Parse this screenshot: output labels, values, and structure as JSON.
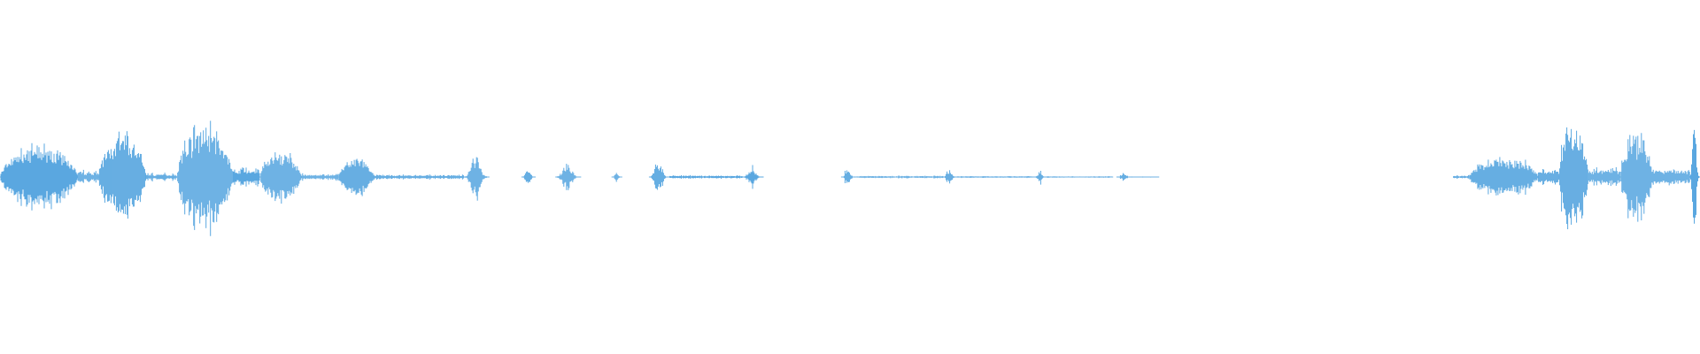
{
  "waveform": {
    "color": "#5aa7e0",
    "background": "#ffffff",
    "segments": [
      {
        "start": 0.0,
        "end": 0.046,
        "peak": 0.19,
        "level": 0.16,
        "kind": "burst"
      },
      {
        "start": 0.046,
        "end": 0.058,
        "peak": 0.04,
        "level": 0.02,
        "kind": "quiet"
      },
      {
        "start": 0.058,
        "end": 0.086,
        "peak": 0.3,
        "level": 0.2,
        "kind": "burst"
      },
      {
        "start": 0.086,
        "end": 0.104,
        "peak": 0.03,
        "level": 0.01,
        "kind": "quiet"
      },
      {
        "start": 0.104,
        "end": 0.137,
        "peak": 0.37,
        "level": 0.25,
        "kind": "burst"
      },
      {
        "start": 0.137,
        "end": 0.153,
        "peak": 0.06,
        "level": 0.03,
        "kind": "quiet"
      },
      {
        "start": 0.153,
        "end": 0.177,
        "peak": 0.18,
        "level": 0.12,
        "kind": "burst"
      },
      {
        "start": 0.177,
        "end": 0.199,
        "peak": 0.02,
        "level": 0.01,
        "kind": "quiet"
      },
      {
        "start": 0.199,
        "end": 0.22,
        "peak": 0.12,
        "level": 0.09,
        "kind": "burst"
      },
      {
        "start": 0.22,
        "end": 0.273,
        "peak": 0.015,
        "level": 0.008,
        "kind": "quiet"
      },
      {
        "start": 0.273,
        "end": 0.288,
        "peak": 0.19,
        "level": 0.1,
        "kind": "spike"
      },
      {
        "start": 0.307,
        "end": 0.315,
        "peak": 0.07,
        "level": 0.04,
        "kind": "spike"
      },
      {
        "start": 0.327,
        "end": 0.342,
        "peak": 0.09,
        "level": 0.05,
        "kind": "spike"
      },
      {
        "start": 0.36,
        "end": 0.366,
        "peak": 0.04,
        "level": 0.02,
        "kind": "spike"
      },
      {
        "start": 0.382,
        "end": 0.394,
        "peak": 0.19,
        "level": 0.07,
        "kind": "spike"
      },
      {
        "start": 0.394,
        "end": 0.437,
        "peak": 0.01,
        "level": 0.006,
        "kind": "quiet"
      },
      {
        "start": 0.437,
        "end": 0.449,
        "peak": 0.07,
        "level": 0.04,
        "kind": "spike"
      },
      {
        "start": 0.495,
        "end": 0.503,
        "peak": 0.12,
        "level": 0.03,
        "kind": "spike"
      },
      {
        "start": 0.503,
        "end": 0.555,
        "peak": 0.008,
        "level": 0.004,
        "kind": "quiet"
      },
      {
        "start": 0.555,
        "end": 0.563,
        "peak": 0.08,
        "level": 0.03,
        "kind": "spike"
      },
      {
        "start": 0.563,
        "end": 0.608,
        "peak": 0.006,
        "level": 0.003,
        "kind": "quiet"
      },
      {
        "start": 0.608,
        "end": 0.616,
        "peak": 0.05,
        "level": 0.02,
        "kind": "spike"
      },
      {
        "start": 0.616,
        "end": 0.655,
        "peak": 0.005,
        "level": 0.003,
        "kind": "quiet"
      },
      {
        "start": 0.657,
        "end": 0.666,
        "peak": 0.03,
        "level": 0.015,
        "kind": "spike"
      },
      {
        "start": 0.666,
        "end": 0.682,
        "peak": 0.004,
        "level": 0.002,
        "kind": "quiet"
      },
      {
        "start": 0.855,
        "end": 0.864,
        "peak": 0.01,
        "level": 0.005,
        "kind": "quiet"
      },
      {
        "start": 0.864,
        "end": 0.905,
        "peak": 0.15,
        "level": 0.09,
        "kind": "burst"
      },
      {
        "start": 0.905,
        "end": 0.917,
        "peak": 0.05,
        "level": 0.03,
        "kind": "quiet"
      },
      {
        "start": 0.917,
        "end": 0.934,
        "peak": 0.4,
        "level": 0.26,
        "kind": "burst"
      },
      {
        "start": 0.934,
        "end": 0.953,
        "peak": 0.06,
        "level": 0.03,
        "kind": "quiet"
      },
      {
        "start": 0.953,
        "end": 0.972,
        "peak": 0.3,
        "level": 0.18,
        "kind": "burst"
      },
      {
        "start": 0.972,
        "end": 0.994,
        "peak": 0.05,
        "level": 0.03,
        "kind": "quiet"
      },
      {
        "start": 0.994,
        "end": 1.0,
        "peak": 0.45,
        "level": 0.3,
        "kind": "spike"
      }
    ]
  }
}
